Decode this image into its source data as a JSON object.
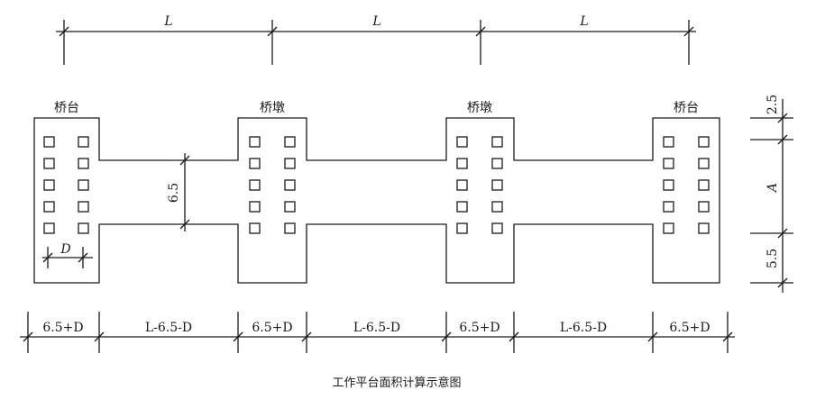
{
  "diagram": {
    "top_dims": [
      "L",
      "L",
      "L"
    ],
    "structure_labels": {
      "abutment_left": "桥台",
      "pier_1": "桥墩",
      "pier_2": "桥墩",
      "abutment_right": "桥台"
    },
    "middle_width_label": "6.5",
    "right_dims": {
      "top": "2.5",
      "middle": "A",
      "bottom": "5.5"
    },
    "small_dim": "D",
    "bottom_dims": [
      "6.5+D",
      "L-6.5-D",
      "6.5+D",
      "L-6.5-D",
      "6.5+D",
      "L-6.5-D",
      "6.5+D"
    ],
    "caption": "工作平台面积计算示意图"
  }
}
